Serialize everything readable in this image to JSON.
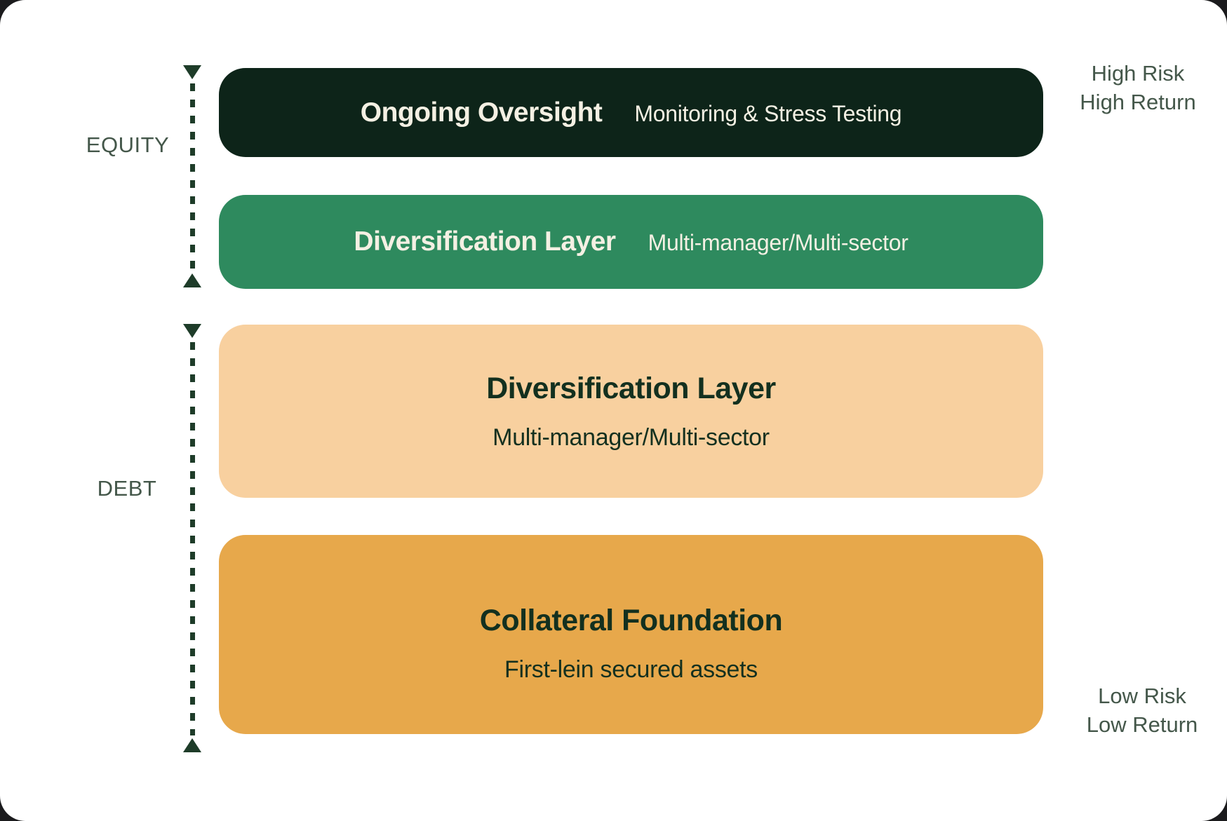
{
  "colors": {
    "outer_background": "#1b1b1d",
    "card_background": "#ffffff",
    "arrow_green": "#1e3c29",
    "side_label_green": "#44574a"
  },
  "side_labels": {
    "equity": "EQUITY",
    "debt": "DEBT"
  },
  "risk_labels": {
    "high": {
      "line1": "High Risk",
      "line2": "High Return"
    },
    "low": {
      "line1": "Low Risk",
      "line2": "Low Return"
    }
  },
  "icons": {
    "equity_top": "triangle-down",
    "equity_bottom": "triangle-up",
    "debt_top": "triangle-down",
    "debt_bottom": "triangle-up"
  },
  "layers": [
    {
      "title": "Ongoing Oversight",
      "subtitle": "Monitoring & Stress Testing",
      "bg": "#0d2419",
      "fg": "#f4f0e3"
    },
    {
      "title": "Diversification Layer",
      "subtitle": "Multi-manager/Multi-sector",
      "bg": "#2e8a5e",
      "fg": "#f4f0e3"
    },
    {
      "title": "Diversification Layer",
      "subtitle": "Multi-manager/Multi-sector",
      "bg": "#f8d09f",
      "fg": "#13301f"
    },
    {
      "title": "Collateral Foundation",
      "subtitle": "First-lein secured assets",
      "bg": "#e7a84b",
      "fg": "#13301f"
    }
  ]
}
